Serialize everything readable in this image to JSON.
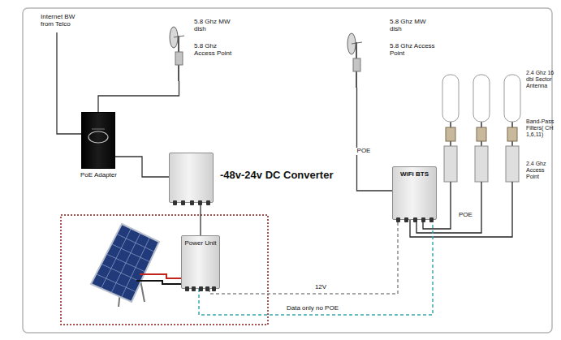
{
  "diagram": {
    "nodes": [
      {
        "text": [
          "5.8 Ghz MW dish",
          "5.8 Ghz Access Point"
        ]
      },
      {
        "text": [
          "PoE Adapter"
        ]
      },
      {
        "text": [
          "-48v-24v DC Converter"
        ]
      },
      {
        "text": [
          "Power Unit"
        ]
      },
      {
        "text": [
          "5.8 Ghz MW dish",
          "5.8 Ghz Access Point"
        ]
      },
      {
        "text": [
          "WiFi BTS"
        ]
      }
    ],
    "edges": [
      {
        "from": 0,
        "to": 1,
        "arrow": "none"
      },
      {
        "from": 1,
        "to": 2,
        "arrow": "none"
      },
      {
        "from": 2,
        "to": 3,
        "arrow": "none"
      },
      {
        "from": 3,
        "to": 5,
        "label": "12V",
        "arrow": "none"
      },
      {
        "from": 3,
        "to": 5,
        "label": "Data only no POE",
        "arrow": "none"
      },
      {
        "from": 4,
        "to": 5,
        "label": "POE",
        "arrow": "none"
      }
    ],
    "labels": [
      "Internet BW from Telco",
      "2.4 Ghz 16 dbi Sector Antenna",
      "Band-Pass Filters( CH 1,6,11)",
      "2.4 Ghz Access Point",
      "POE"
    ]
  }
}
